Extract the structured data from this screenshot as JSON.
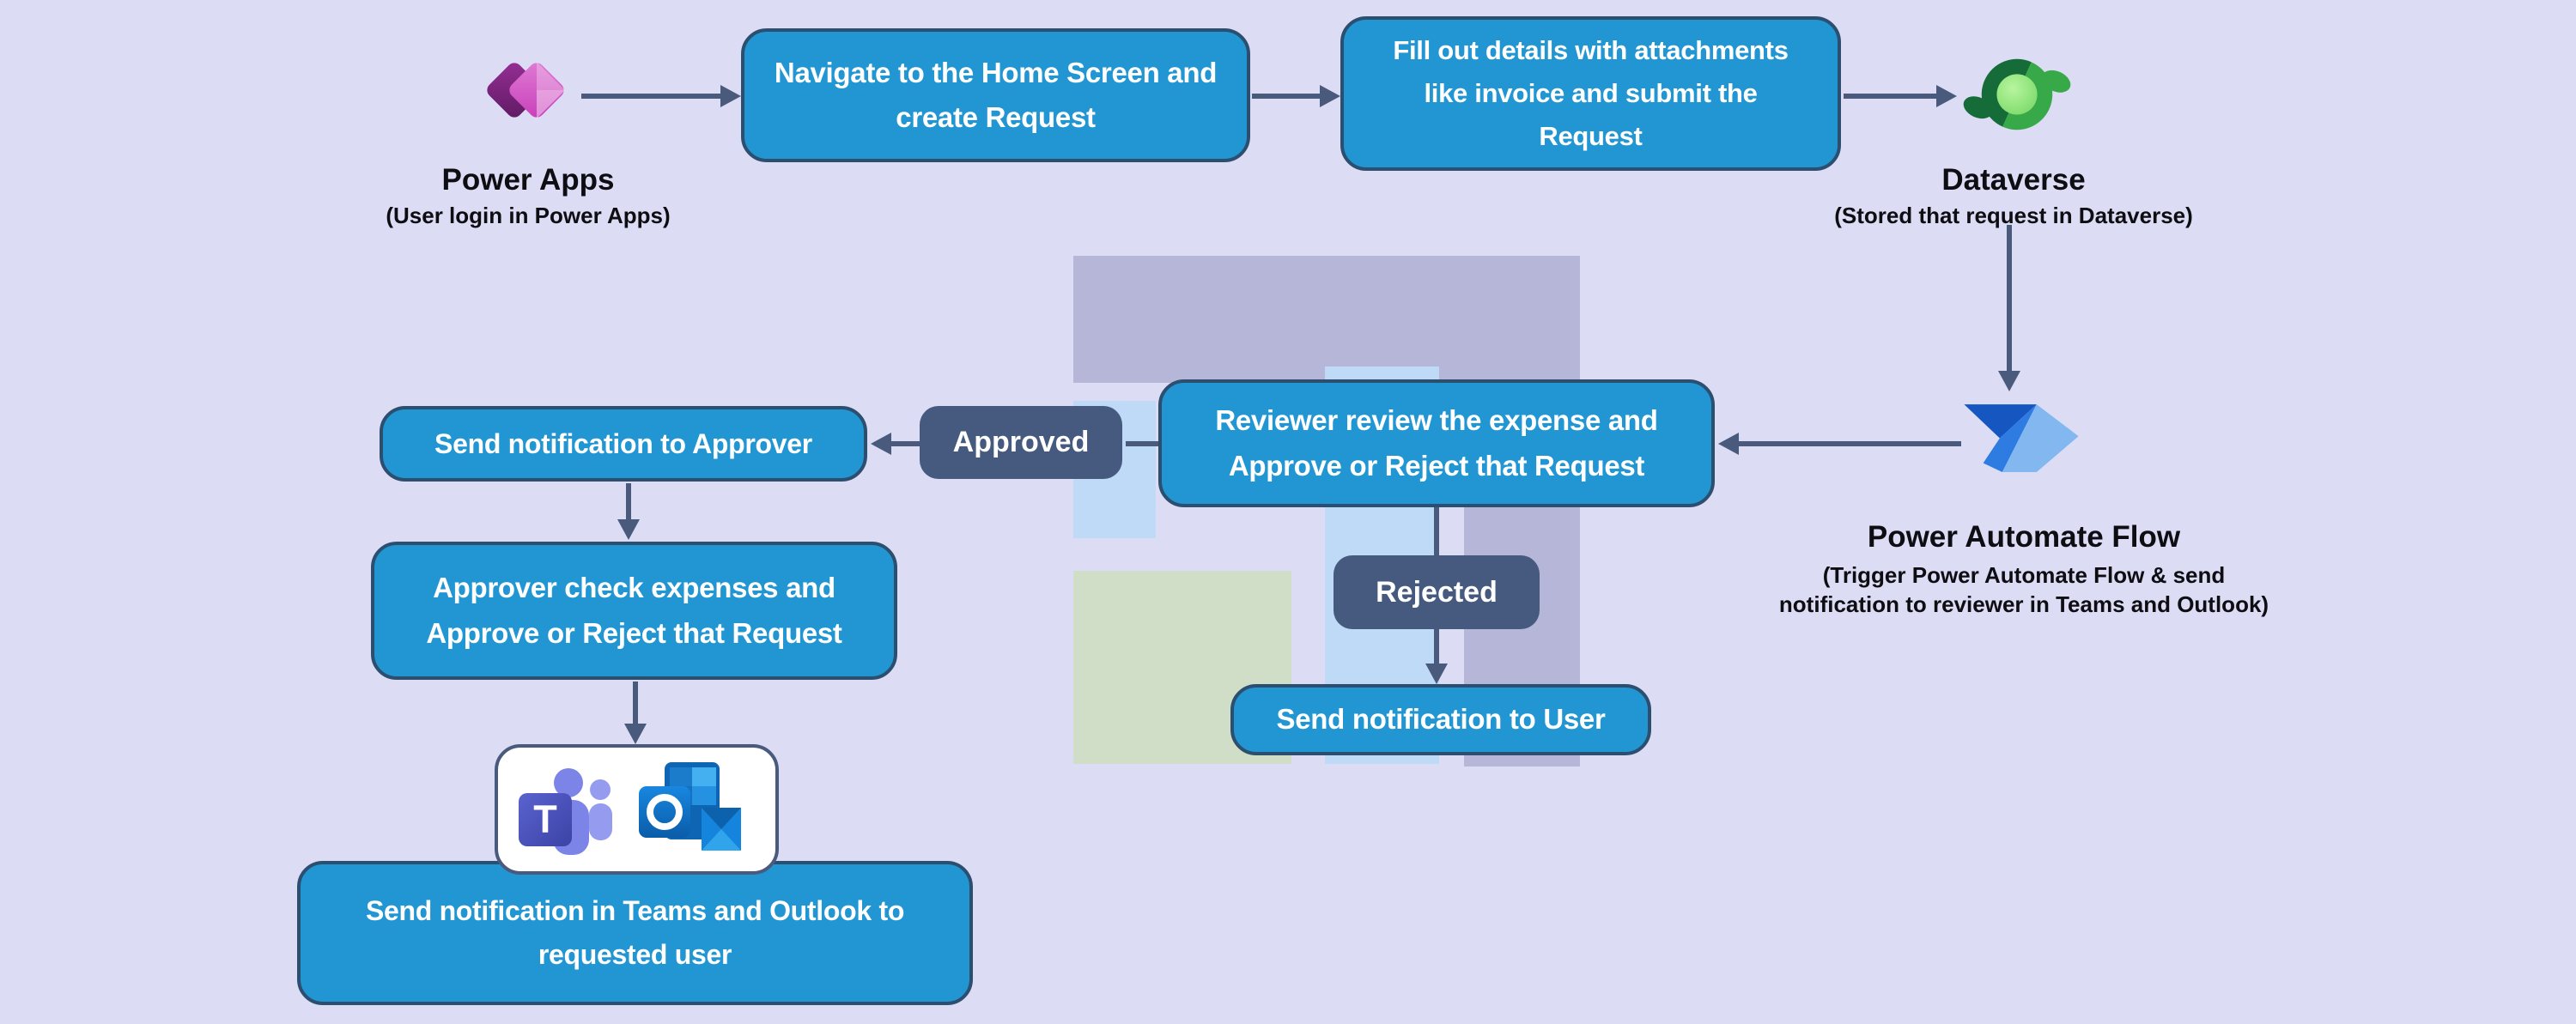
{
  "nodes": {
    "power_apps": {
      "label": "Power Apps",
      "sublabel": "(User login in Power Apps)"
    },
    "dataverse": {
      "label": "Dataverse",
      "sublabel": "(Stored that request in Dataverse)"
    },
    "power_automate": {
      "label": "Power Automate Flow",
      "sublabel": "(Trigger Power Automate Flow & send\nnotification to reviewer in Teams and Outlook)"
    }
  },
  "boxes": {
    "navigate": "Navigate to the Home Screen and\ncreate Request",
    "fill_out": "Fill out details with attachments\nlike invoice and submit the\nRequest",
    "reviewer": "Reviewer review the expense and\nApprove or Reject that Request",
    "notify_approver": "Send notification to Approver",
    "approver_check": "Approver check expenses and\nApprove or Reject that Request",
    "notify_teams_outlook": "Send notification in Teams and Outlook to\nrequested user",
    "notify_user": "Send notification to User"
  },
  "decisions": {
    "approved": "Approved",
    "rejected": "Rejected"
  },
  "icons": {
    "power_apps": "power-apps-icon",
    "dataverse": "dataverse-icon",
    "power_automate": "power-automate-icon",
    "teams": "teams-icon",
    "outlook": "outlook-icon"
  },
  "colors": {
    "background": "#dcdcf5",
    "process_fill": "#2196d3",
    "process_border": "#2c4f70",
    "process_text": "#ffffff",
    "decision_fill": "#46597f",
    "arrow": "#4a5a7d",
    "label_text": "#0d0d12",
    "bg_rect_gray": "#b6b7d8",
    "bg_rect_blue": "#bedaf6",
    "bg_rect_green": "#d1dec7",
    "white_box_fill": "#ffffff"
  }
}
